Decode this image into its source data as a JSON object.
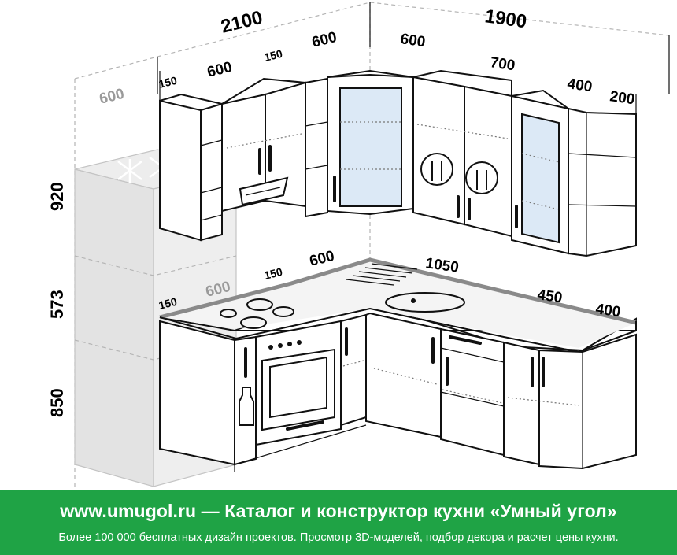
{
  "dimensions": {
    "left_wall_length": "2100",
    "right_wall_length": "1900",
    "left_upper_600_a": "600",
    "left_upper_150": "150",
    "left_upper_600_b": "600",
    "left_upper_150_b": "150",
    "fridge_depth": "600",
    "right_upper_600": "600",
    "right_upper_700": "700",
    "right_upper_400": "400",
    "right_upper_200": "200",
    "height_upper": "920",
    "height_gap": "573",
    "height_base": "850",
    "base_150_a": "150",
    "base_600_a": "600",
    "base_150_b": "150",
    "base_600_b": "600",
    "base_1050": "1050",
    "base_450": "450",
    "base_400": "400"
  },
  "banner": {
    "title": "www.umugol.ru — Каталог и конструктор кухни «Умный угол»",
    "subtitle": "Более 100 000 бесплатных дизайн проектов. Просмотр 3D-моделей, подбор декора и расчет цены кухни."
  },
  "colors": {
    "banner": "#1fa345",
    "glass": "#dce9f6",
    "fridge": "#e8e8e8"
  }
}
